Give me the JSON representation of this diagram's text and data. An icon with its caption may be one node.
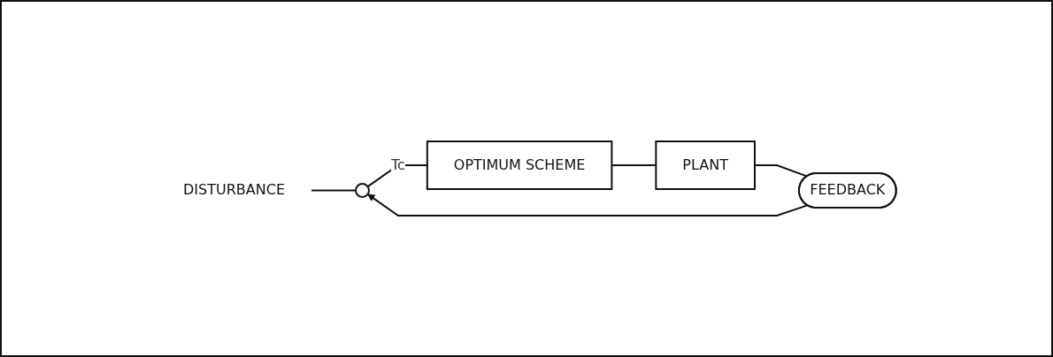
{
  "diagram": {
    "nodes": [
      {
        "text": [
          "DISTURBANCE"
        ]
      },
      {
        "text": [],
        "shape": "circle"
      },
      {
        "text": [
          "OPTIMUM SCHEME"
        ]
      },
      {
        "text": [
          "PLANT"
        ]
      },
      {
        "text": [
          "FEEDBACK"
        ]
      }
    ],
    "edges": [
      {
        "from": 0,
        "to": 1,
        "arrow": "none"
      },
      {
        "from": 1,
        "to": 2,
        "arrow": "none",
        "label": "Tc"
      },
      {
        "from": 2,
        "to": 3,
        "arrow": "none"
      },
      {
        "from": 3,
        "to": 4,
        "arrow": "none"
      },
      {
        "from": 4,
        "to": 1,
        "arrow": "to"
      }
    ]
  }
}
